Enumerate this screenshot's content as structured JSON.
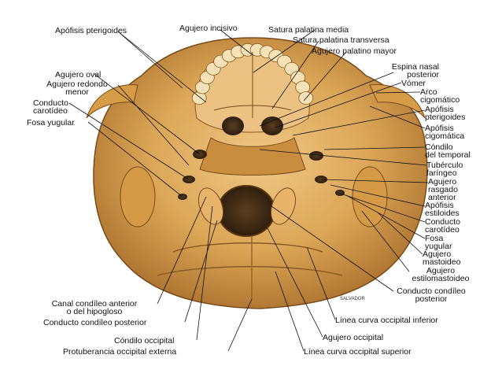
{
  "figure": {
    "credit": "SALVADOR",
    "colors": {
      "bone": "#d9a552",
      "bone_light": "#efc98a",
      "bone_dark": "#8a5a22",
      "hole": "#3d2a14",
      "background": "#ffffff"
    }
  },
  "labels": {
    "apofisis_pterigoides_top": "Apófisis pterigoides",
    "agujero_incisivo": "Agujero incisivo",
    "sutura_palatina_media": "Satura palatina media",
    "sutura_palatina_transversa": "Satura palatina transversa",
    "agujero_palatino_mayor": "Agujero palatino mayor",
    "espina_nasal_1": "Espina nasal",
    "espina_nasal_2": "posterior",
    "vomer": "Vómer",
    "arco_1": "Arco",
    "arco_2": "cigomático",
    "apofisis_pterig_r1": "Apófisis",
    "apofisis_pterig_r2": "pterigoides",
    "apofisis_cig_1": "Apófisis",
    "apofisis_cig_2": "cigomática",
    "condilo_temp_1": "Cóndilo",
    "condilo_temp_2": "del temporal",
    "tuberculo_1": "Tubérculo",
    "tuberculo_2": "faríngeo",
    "rasgado_1": "Agujero",
    "rasgado_2": "rasgado",
    "rasgado_3": "anterior",
    "estiloides_1": "Apófisis",
    "estiloides_2": "estiloides",
    "conducto_car_r1": "Conducto",
    "conducto_car_r2": "carotídeo",
    "fosa_yug_r1": "Fosa",
    "fosa_yug_r2": "yugular",
    "mastoideo_1": "Agujero",
    "mastoideo_2": "mastoideo",
    "estilomastoideo_1": "Agujero",
    "estilomastoideo_2": "estilomastoideo",
    "condileo_post_r1": "Conducto condíleo",
    "condileo_post_r2": "posterior",
    "linea_inferior": "Línea curva occipital inferior",
    "agujero_occipital": "Agujero occipital",
    "linea_superior": "Línea curva occipital superior",
    "agujero_oval": "Agujero oval",
    "agujero_redondo_1": "Agujero redondo",
    "agujero_redondo_2": "menor",
    "conducto_car_l1": "Conducto",
    "conducto_car_l2": "carotídeo",
    "fosa_yugular_l": "Fosa yugular",
    "canal_1": "Canal condíleo anterior",
    "canal_2": "o del hipogloso",
    "conducto_condileo_post_l": "Conducto condíleo posterior",
    "condilo_occipital": "Cóndilo occipital",
    "protuberancia": "Protuberancia occipital externa"
  }
}
